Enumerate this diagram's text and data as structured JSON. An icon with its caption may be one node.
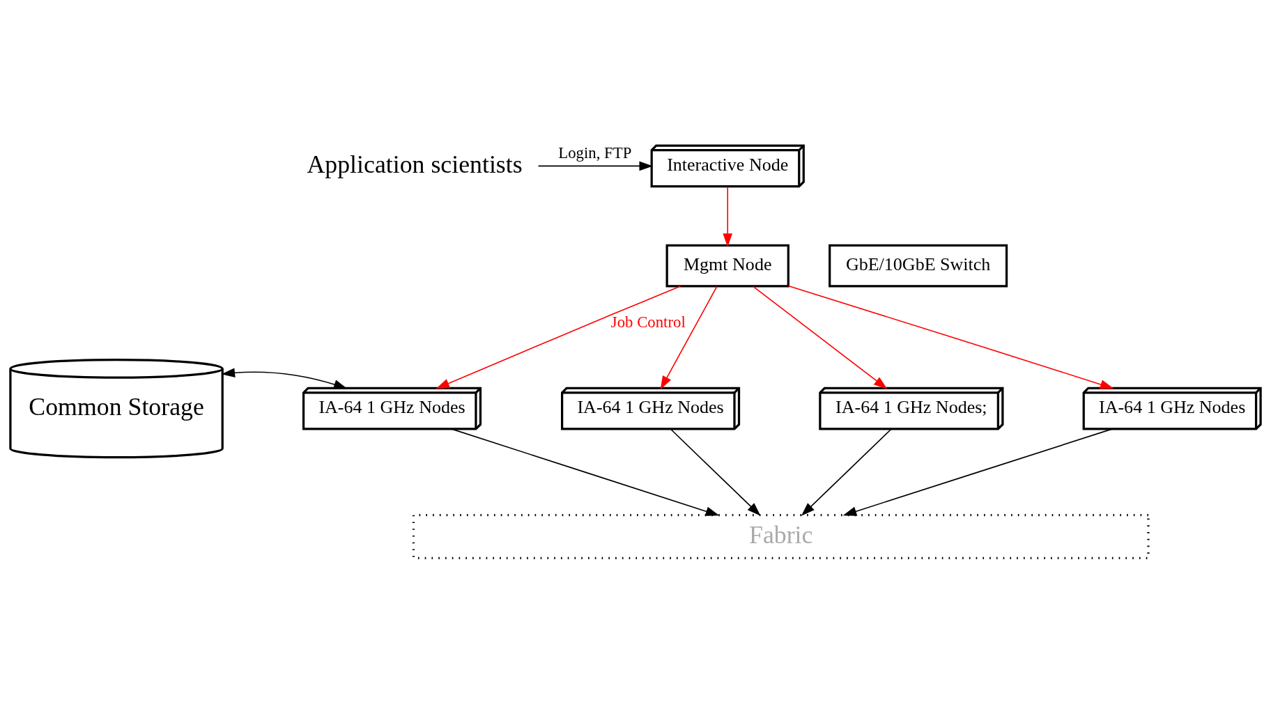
{
  "diagram": {
    "nodes": [
      {
        "text": [
          "Application scientists"
        ]
      },
      {
        "text": [
          "Interactive Node"
        ]
      },
      {
        "text": [
          "Mgmt Node"
        ]
      },
      {
        "text": [
          "GbE/10GbE Switch"
        ]
      },
      {
        "text": [
          "Common Storage"
        ]
      },
      {
        "text": [
          "IA-64 1 GHz Nodes"
        ]
      },
      {
        "text": [
          "IA-64 1 GHz Nodes"
        ]
      },
      {
        "text": [
          "IA-64 1 GHz Nodes;"
        ]
      },
      {
        "text": [
          "IA-64 1 GHz Nodes"
        ]
      },
      {
        "text": [
          "Fabric"
        ]
      }
    ],
    "edges": [
      {
        "from": 0,
        "to": 1,
        "arrow": "to",
        "label": "Login, FTP"
      },
      {
        "from": 1,
        "to": 2,
        "arrow": "to",
        "color": "#ff0000"
      },
      {
        "from": 2,
        "to": 5,
        "arrow": "to",
        "label": "Job Control",
        "color": "#ff0000"
      },
      {
        "from": 2,
        "to": 6,
        "arrow": "to",
        "color": "#ff0000"
      },
      {
        "from": 2,
        "to": 7,
        "arrow": "to",
        "color": "#ff0000"
      },
      {
        "from": 2,
        "to": 8,
        "arrow": "to",
        "color": "#ff0000"
      },
      {
        "from": 4,
        "to": 5,
        "arrow": "both"
      },
      {
        "from": 5,
        "to": 9,
        "arrow": "to"
      },
      {
        "from": 6,
        "to": 9,
        "arrow": "to"
      },
      {
        "from": 7,
        "to": 9,
        "arrow": "to"
      },
      {
        "from": 8,
        "to": 9,
        "arrow": "to"
      }
    ]
  }
}
